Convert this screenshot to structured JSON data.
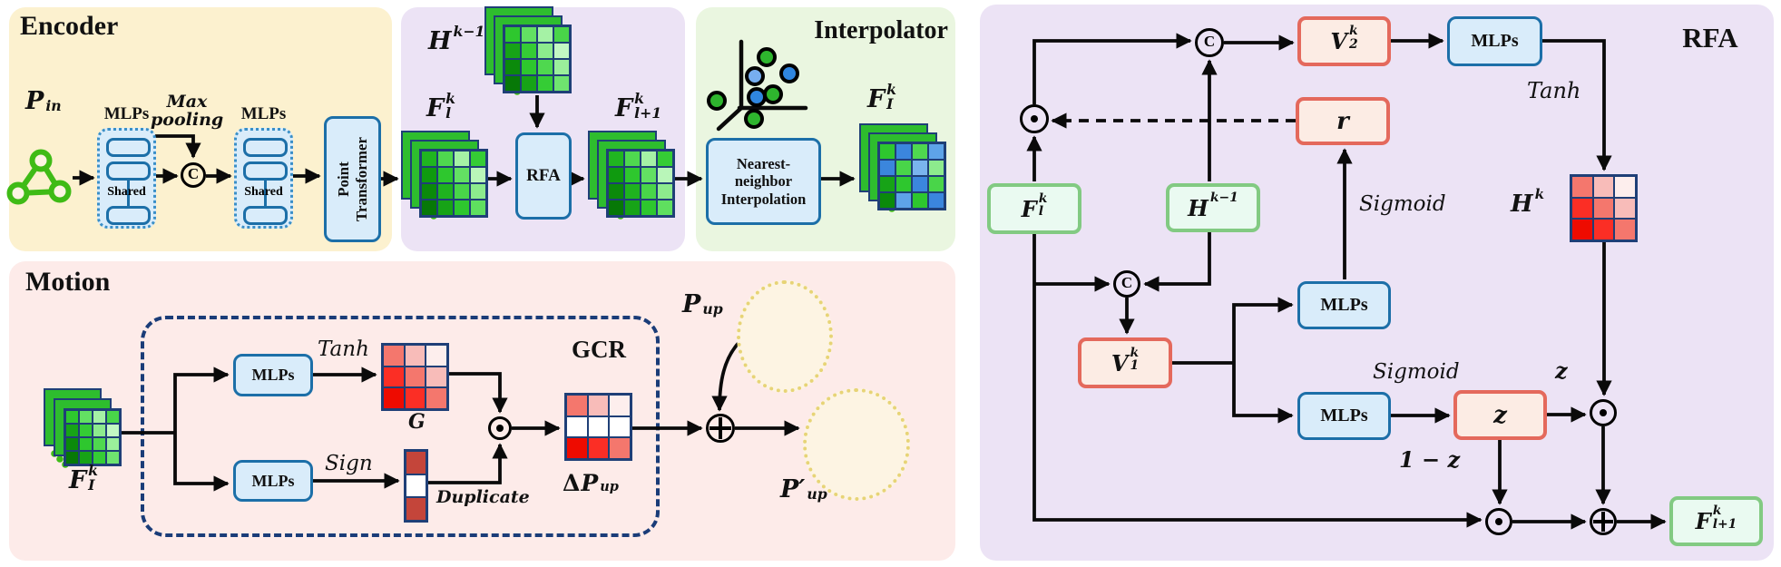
{
  "colors": {
    "panel_encoder": "#fcf1cf",
    "panel_fusion": "#ece3f5",
    "panel_interp": "#eaf6e0",
    "panel_motion": "#fdebe9",
    "panel_rfa": "#ece3f5",
    "box_blue_fill": "#d9ecfa",
    "box_blue_border": "#1c6fa8",
    "box_blue_dotted": "#3a8fc7",
    "box_salmon_fill": "#fcece4",
    "box_salmon_border": "#e4695c",
    "box_mint_fill": "#eafaf1",
    "box_mint_border": "#82ca82",
    "grid_border": "#1f3f77",
    "grid_back": "#2ebd2e",
    "green_node": "#3fbb16",
    "blob_fill": "#fdf4e3",
    "blob_border": "#e7d476",
    "dashed_gcr": "#1a3c78",
    "wire": "#0a0a0a"
  },
  "ops": {
    "concat": "C"
  },
  "encoder": {
    "title": "Encoder",
    "p_in": {
      "base": "P",
      "sub": "in"
    },
    "mlps_label": "MLPs",
    "shared_label": "Shared",
    "max_pooling_line1": "Max",
    "max_pooling_line2": "pooling",
    "point_transformer_line1": "Point",
    "point_transformer_line2": "Transformer"
  },
  "fusion": {
    "h_prev": {
      "base": "H",
      "sup": "k−1"
    },
    "f_l": {
      "base": "F",
      "sup": "k",
      "sub": "l"
    },
    "rfa_box": "RFA",
    "f_next": {
      "base": "F",
      "sup": "k",
      "sub": "l+1"
    }
  },
  "interpolator": {
    "title": "Interpolator",
    "nn_line1": "Nearest-",
    "nn_line2": "neighbor",
    "nn_line3": "Interpolation",
    "f_i": {
      "base": "F",
      "sup": "k",
      "sub": "I"
    }
  },
  "motion": {
    "title": "Motion",
    "f_i": {
      "base": "F",
      "sup": "k",
      "sub": "I"
    },
    "mlps_label": "MLPs",
    "tanh": "Tanh",
    "sign": "Sign",
    "gate": {
      "base": "G"
    },
    "duplicate": "Duplicate",
    "gcr": "GCR",
    "delta_p": {
      "pre": "Δ",
      "base": "P",
      "sub": "up"
    },
    "p_up": {
      "base": "P",
      "sub": "up"
    },
    "p_up_out": {
      "base": "P′",
      "sub": "up"
    }
  },
  "rfa": {
    "title": "RFA",
    "f_l": {
      "base": "F",
      "sup": "k",
      "sub": "l"
    },
    "h_prev": {
      "base": "H",
      "sup": "k−1"
    },
    "v2": {
      "base": "V",
      "sup": "k",
      "sub": "2"
    },
    "r": {
      "base": "r"
    },
    "v1": {
      "base": "V",
      "sup": "k",
      "sub": "1"
    },
    "z": {
      "base": "z"
    },
    "mlps_label": "MLPs",
    "tanh": "Tanh",
    "sigmoid_r": "Sigmoid",
    "sigmoid_z": "Sigmoid",
    "h_k": {
      "base": "H",
      "sup": "k"
    },
    "z_small": "z",
    "one_minus_z": "1 − z",
    "f_next": {
      "base": "F",
      "sup": "k",
      "sub": "l+1"
    }
  },
  "grids": {
    "green_a": [
      [
        "#20b520",
        "#4fd84f",
        "#a5f2a5",
        "#35cc35"
      ],
      [
        "#0f9a0f",
        "#2ec72e",
        "#63e063",
        "#b9f6b9"
      ],
      [
        "#0b8a0b",
        "#1fb31f",
        "#49d549",
        "#8deb8d"
      ],
      [
        "#077807",
        "#17a317",
        "#2ec72e",
        "#5fdf5f"
      ]
    ],
    "green_b": [
      [
        "#2ec72e",
        "#63e063",
        "#a5f2a5",
        "#49d549"
      ],
      [
        "#17a317",
        "#35cc35",
        "#8deb8d",
        "#c3f8c3"
      ],
      [
        "#0b8a0b",
        "#2ec72e",
        "#4fd84f",
        "#9bef9b"
      ],
      [
        "#077807",
        "#17a317",
        "#35cc35",
        "#6fe46f"
      ]
    ],
    "mixed": [
      [
        "#2ec72e",
        "#3b86dd",
        "#4fd84f",
        "#5ea3e8"
      ],
      [
        "#3b86dd",
        "#49d549",
        "#7ab4ee",
        "#8deb8d"
      ],
      [
        "#17a317",
        "#2ec72e",
        "#3b86dd",
        "#49d549"
      ],
      [
        "#0b8a0b",
        "#5ea3e8",
        "#2ec72e",
        "#3b86dd"
      ]
    ],
    "red": [
      [
        "#f4776d",
        "#f8bcb9",
        "#fdeeed"
      ],
      [
        "#fb2e25",
        "#f4776d",
        "#f8bcb9"
      ],
      [
        "#ee0b00",
        "#fb2e25",
        "#f4776d"
      ]
    ],
    "h_k": [
      [
        "#f4776d",
        "#f8bcb9",
        "#fdeeed"
      ],
      [
        "#fb2e25",
        "#f4776d",
        "#f8bcb9"
      ],
      [
        "#ee0b00",
        "#fb2e25",
        "#f4776d"
      ]
    ],
    "delta": [
      [
        "#f4776d",
        "#f8bcb9",
        "#fdeeed"
      ],
      [
        "#ffffff",
        "#ffffff",
        "#ffffff"
      ],
      [
        "#ee0b00",
        "#fb2e25",
        "#f4776d"
      ]
    ],
    "g_col": [
      [
        "#c4453a"
      ],
      [
        "#ffffff"
      ],
      [
        "#c4453a"
      ]
    ]
  }
}
